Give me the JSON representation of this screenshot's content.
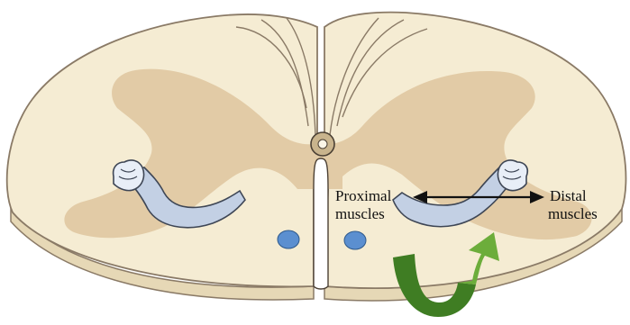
{
  "labels": {
    "proximal_line1": "Proximal",
    "proximal_line2": "muscles",
    "distal_line1": "Distal",
    "distal_line2": "muscles"
  },
  "colors": {
    "white_matter": "#f5ecd3",
    "white_matter_edge": "#8a7a66",
    "slab_side": "#e6d8b6",
    "gray_matter": "#e2cba6",
    "arm_fill": "#c3d0e4",
    "arm_edge": "#3e4655",
    "nucleus_dot": "#5b8fd0",
    "arrow_green_dark": "#3f7d23",
    "arrow_green_light": "#6cad3b",
    "double_arrow": "#111111"
  },
  "icons": {
    "left_arm": "arm-icon",
    "right_arm": "arm-icon",
    "green_curved_arrow": "curved-arrow-icon"
  }
}
